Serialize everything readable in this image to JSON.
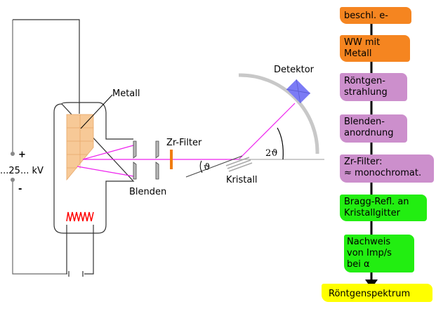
{
  "diagram": {
    "labels": {
      "metal": "Metall",
      "voltage": "...25... kV",
      "plus": "+",
      "minus": "-",
      "zr_filter": "Zr-Filter",
      "blenden": "Blenden",
      "theta": "ϑ",
      "kristall": "Kristall",
      "two_theta": "2ϑ",
      "detektor": "Detektor"
    },
    "colors": {
      "beam": "#ee22ee",
      "anode": "#f7c997",
      "filament": "#ff0000",
      "filter": "#f07c10",
      "detector": "#7b7bf5",
      "arc": "#c8c8c8"
    }
  },
  "flow": {
    "steps": [
      {
        "label": "beschl. e-",
        "color": "#f58520"
      },
      {
        "label": "WW mit\nMetall",
        "color": "#f58520"
      },
      {
        "label": "Röntgen-\nstrahlung",
        "color": "#cc8fcc"
      },
      {
        "label": "Blenden-\nanordnung",
        "color": "#cc8fcc"
      },
      {
        "label": "Zr-Filter:\n≈ monochromat.",
        "color": "#cc8fcc"
      },
      {
        "label": "Bragg-Refl. an\nKristallgitter",
        "color": "#22ee11"
      },
      {
        "label": "Nachweis\nvon Imp/s\nbei α",
        "color": "#22ee11"
      },
      {
        "label": "Röntgenspektrum",
        "color": "#ffff00"
      }
    ]
  }
}
